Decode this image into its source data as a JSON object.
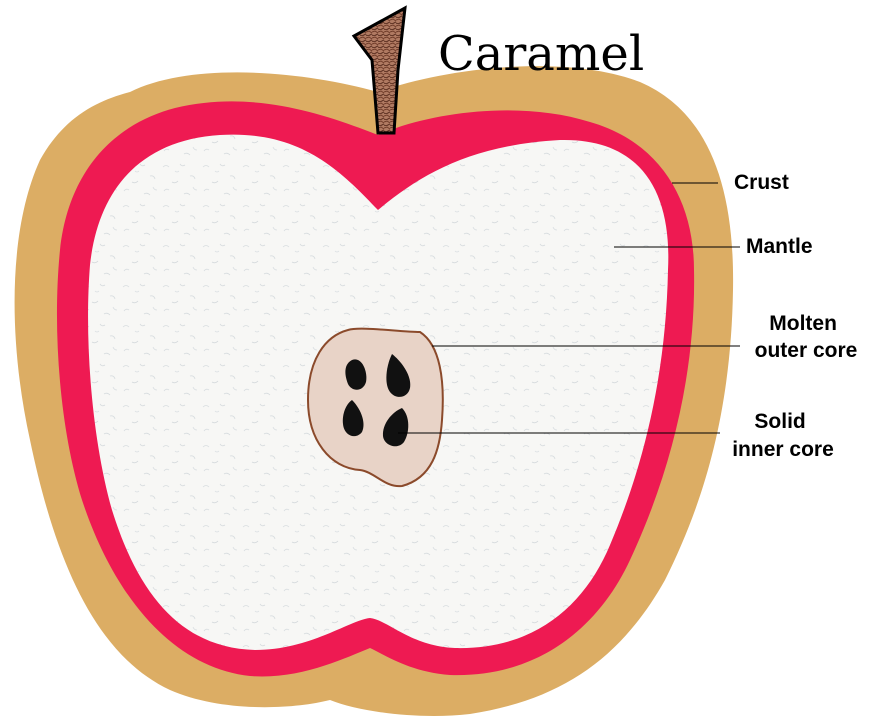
{
  "title": "Caramel",
  "labels": {
    "crust": "Crust",
    "mantle": "Mantle",
    "molten_outer_core": [
      "Molten",
      "outer core"
    ],
    "solid_inner_core": [
      "Solid",
      "inner core"
    ]
  },
  "colors": {
    "caramel": "#dcad64",
    "skin": "#ee1a52",
    "flesh": "#f5f5f2",
    "core": "#e8d3c7",
    "core_outline": "#8b4a2b",
    "seed": "#111111",
    "stem": "#8a5a44"
  }
}
